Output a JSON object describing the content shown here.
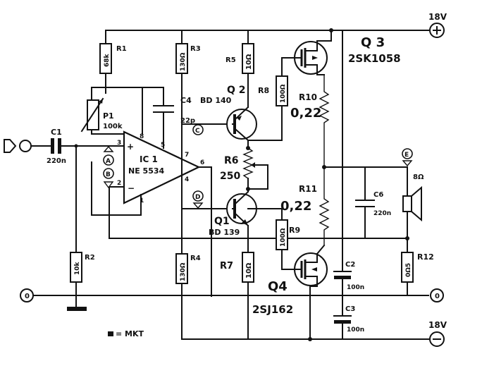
{
  "supply": {
    "pos": "18V",
    "neg": "18V",
    "ground": "0"
  },
  "ic": {
    "ref": "IC 1",
    "part": "NE 5534",
    "pins": [
      "3",
      "2",
      "6",
      "8",
      "5",
      "7",
      "4",
      "1"
    ]
  },
  "transistors": {
    "q1": {
      "ref": "Q1",
      "part": "BD 139"
    },
    "q2": {
      "ref": "Q 2",
      "part": "BD 140"
    },
    "q3": {
      "ref": "Q 3",
      "part": "2SK1058"
    },
    "q4": {
      "ref": "Q4",
      "part": "2SJ162"
    }
  },
  "resistors": {
    "r1": {
      "ref": "R1",
      "value": "68k"
    },
    "r2": {
      "ref": "R2",
      "value": "10k"
    },
    "r3": {
      "ref": "R3",
      "value": "130Ω"
    },
    "r4": {
      "ref": "R4",
      "value": "130Ω"
    },
    "r5": {
      "ref": "R5",
      "value": "10Ω"
    },
    "r7": {
      "ref": "R7",
      "value": "10Ω"
    },
    "r8": {
      "ref": "R8",
      "value": "100Ω"
    },
    "r9": {
      "ref": "R9",
      "value": "100Ω"
    },
    "r10": {
      "ref": "R10",
      "value": "0,22"
    },
    "r11": {
      "ref": "R11",
      "value": "0,22"
    },
    "r12": {
      "ref": "R12",
      "value": "0Ω5"
    }
  },
  "pots": {
    "p1": {
      "ref": "P1",
      "value": "100k"
    },
    "r6": {
      "ref": "R6",
      "value": "250"
    }
  },
  "capacitors": {
    "c1": {
      "ref": "C1",
      "value": "220n"
    },
    "c2": {
      "ref": "C2",
      "value": "100n"
    },
    "c3": {
      "ref": "C3",
      "value": "100n"
    },
    "c4": {
      "ref": "C4",
      "value": "22p"
    },
    "c6": {
      "ref": "C6",
      "value": "220n"
    }
  },
  "speaker": {
    "value": "8Ω"
  },
  "test_points": [
    "A",
    "B",
    "C",
    "D",
    "E"
  ],
  "legend": {
    "text": "= MKT"
  }
}
